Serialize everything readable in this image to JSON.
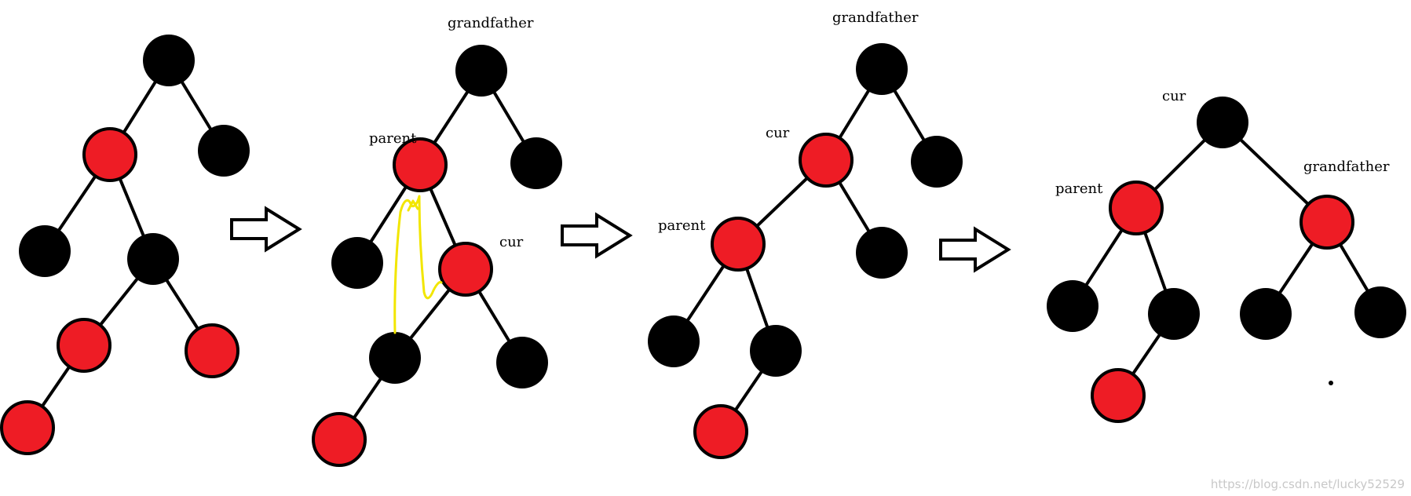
{
  "colors": {
    "red_node": "#ee1c25",
    "black_node": "#000000",
    "annotation": "#f2e600",
    "watermark": "#c8c8c8"
  },
  "trees": [
    {
      "id": "tree-1",
      "nodes": [
        {
          "id": "a",
          "color": "black"
        },
        {
          "id": "b",
          "color": "red"
        },
        {
          "id": "c",
          "color": "black"
        },
        {
          "id": "d",
          "color": "black"
        },
        {
          "id": "e",
          "color": "black"
        },
        {
          "id": "f",
          "color": "red"
        },
        {
          "id": "g",
          "color": "red"
        },
        {
          "id": "h",
          "color": "red"
        }
      ],
      "edges": [
        [
          "a",
          "b"
        ],
        [
          "a",
          "c"
        ],
        [
          "b",
          "d"
        ],
        [
          "b",
          "e"
        ],
        [
          "e",
          "f"
        ],
        [
          "e",
          "g"
        ],
        [
          "f",
          "h"
        ]
      ],
      "labels": []
    },
    {
      "id": "tree-2",
      "nodes": [
        {
          "id": "a",
          "color": "black"
        },
        {
          "id": "b",
          "color": "red"
        },
        {
          "id": "c",
          "color": "black"
        },
        {
          "id": "d",
          "color": "black"
        },
        {
          "id": "e",
          "color": "red"
        },
        {
          "id": "f",
          "color": "black"
        },
        {
          "id": "g",
          "color": "black"
        },
        {
          "id": "h",
          "color": "red"
        }
      ],
      "edges": [
        [
          "a",
          "b"
        ],
        [
          "a",
          "c"
        ],
        [
          "b",
          "d"
        ],
        [
          "b",
          "e"
        ],
        [
          "e",
          "f"
        ],
        [
          "e",
          "g"
        ],
        [
          "f",
          "h"
        ]
      ],
      "labels": [
        {
          "node": "a",
          "text": "grandfather"
        },
        {
          "node": "b",
          "text": "parent"
        },
        {
          "node": "e",
          "text": "cur"
        }
      ]
    },
    {
      "id": "tree-3",
      "nodes": [
        {
          "id": "a",
          "color": "black"
        },
        {
          "id": "b",
          "color": "red"
        },
        {
          "id": "c",
          "color": "black"
        },
        {
          "id": "d",
          "color": "red"
        },
        {
          "id": "e",
          "color": "black"
        },
        {
          "id": "f",
          "color": "black"
        },
        {
          "id": "g",
          "color": "black"
        },
        {
          "id": "h",
          "color": "red"
        }
      ],
      "edges": [
        [
          "a",
          "b"
        ],
        [
          "a",
          "c"
        ],
        [
          "b",
          "d"
        ],
        [
          "b",
          "e"
        ],
        [
          "d",
          "f"
        ],
        [
          "d",
          "g"
        ],
        [
          "g",
          "h"
        ]
      ],
      "labels": [
        {
          "node": "a",
          "text": "grandfather"
        },
        {
          "node": "b",
          "text": "cur"
        },
        {
          "node": "d",
          "text": "parent"
        }
      ]
    },
    {
      "id": "tree-4",
      "nodes": [
        {
          "id": "a",
          "color": "black"
        },
        {
          "id": "b",
          "color": "red"
        },
        {
          "id": "c",
          "color": "red"
        },
        {
          "id": "d",
          "color": "black"
        },
        {
          "id": "e",
          "color": "black"
        },
        {
          "id": "f",
          "color": "red"
        },
        {
          "id": "g",
          "color": "black"
        },
        {
          "id": "h",
          "color": "black"
        }
      ],
      "edges": [
        [
          "a",
          "b"
        ],
        [
          "a",
          "c"
        ],
        [
          "b",
          "d"
        ],
        [
          "b",
          "e"
        ],
        [
          "e",
          "f"
        ],
        [
          "c",
          "g"
        ],
        [
          "c",
          "h"
        ]
      ],
      "labels": [
        {
          "node": "a",
          "text": "cur"
        },
        {
          "node": "b",
          "text": "parent"
        },
        {
          "node": "c",
          "text": "grandfather"
        }
      ]
    }
  ],
  "transition_arrows": [
    {
      "id": "arrow-1",
      "icon": "right-arrow-icon"
    },
    {
      "id": "arrow-2",
      "icon": "right-arrow-icon"
    },
    {
      "id": "arrow-3",
      "icon": "right-arrow-icon"
    }
  ],
  "watermark": {
    "text": "https://blog.csdn.net/lucky52529"
  }
}
